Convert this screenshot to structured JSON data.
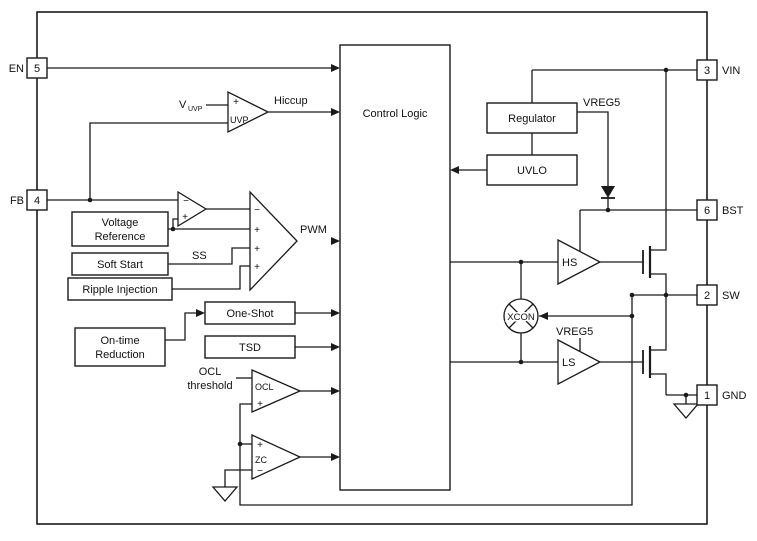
{
  "pins": {
    "en": {
      "label": "EN",
      "num": "5"
    },
    "fb": {
      "label": "FB",
      "num": "4"
    },
    "vin": {
      "label": "VIN",
      "num": "3"
    },
    "bst": {
      "label": "BST",
      "num": "6"
    },
    "sw": {
      "label": "SW",
      "num": "2"
    },
    "gnd": {
      "label": "GND",
      "num": "1"
    }
  },
  "blocks": {
    "control_logic": "Control Logic",
    "regulator": "Regulator",
    "uvlo": "UVLO",
    "voltage_reference": [
      "Voltage",
      "Reference"
    ],
    "soft_start": "Soft Start",
    "ripple_injection": "Ripple Injection",
    "one_shot": "One-Shot",
    "tsd": "TSD",
    "on_time_reduction": [
      "On-time",
      "Reduction"
    ]
  },
  "comparators": {
    "uvp": "UVP",
    "ocl": "OCL",
    "zc": "ZC",
    "hs": "HS",
    "ls": "LS",
    "xcon": "XCON"
  },
  "labels": {
    "hiccup": "Hiccup",
    "pwm": "PWM",
    "ss": "SS",
    "vreg5": "VREG5",
    "vuvp_base": "V",
    "vuvp_sub": "UVP",
    "ocl_threshold": [
      "OCL",
      "threshold"
    ]
  },
  "marks": {
    "plus": "+",
    "minus": "−"
  },
  "colors": {
    "ink": "#1a1a1a",
    "background": "#ffffff"
  }
}
